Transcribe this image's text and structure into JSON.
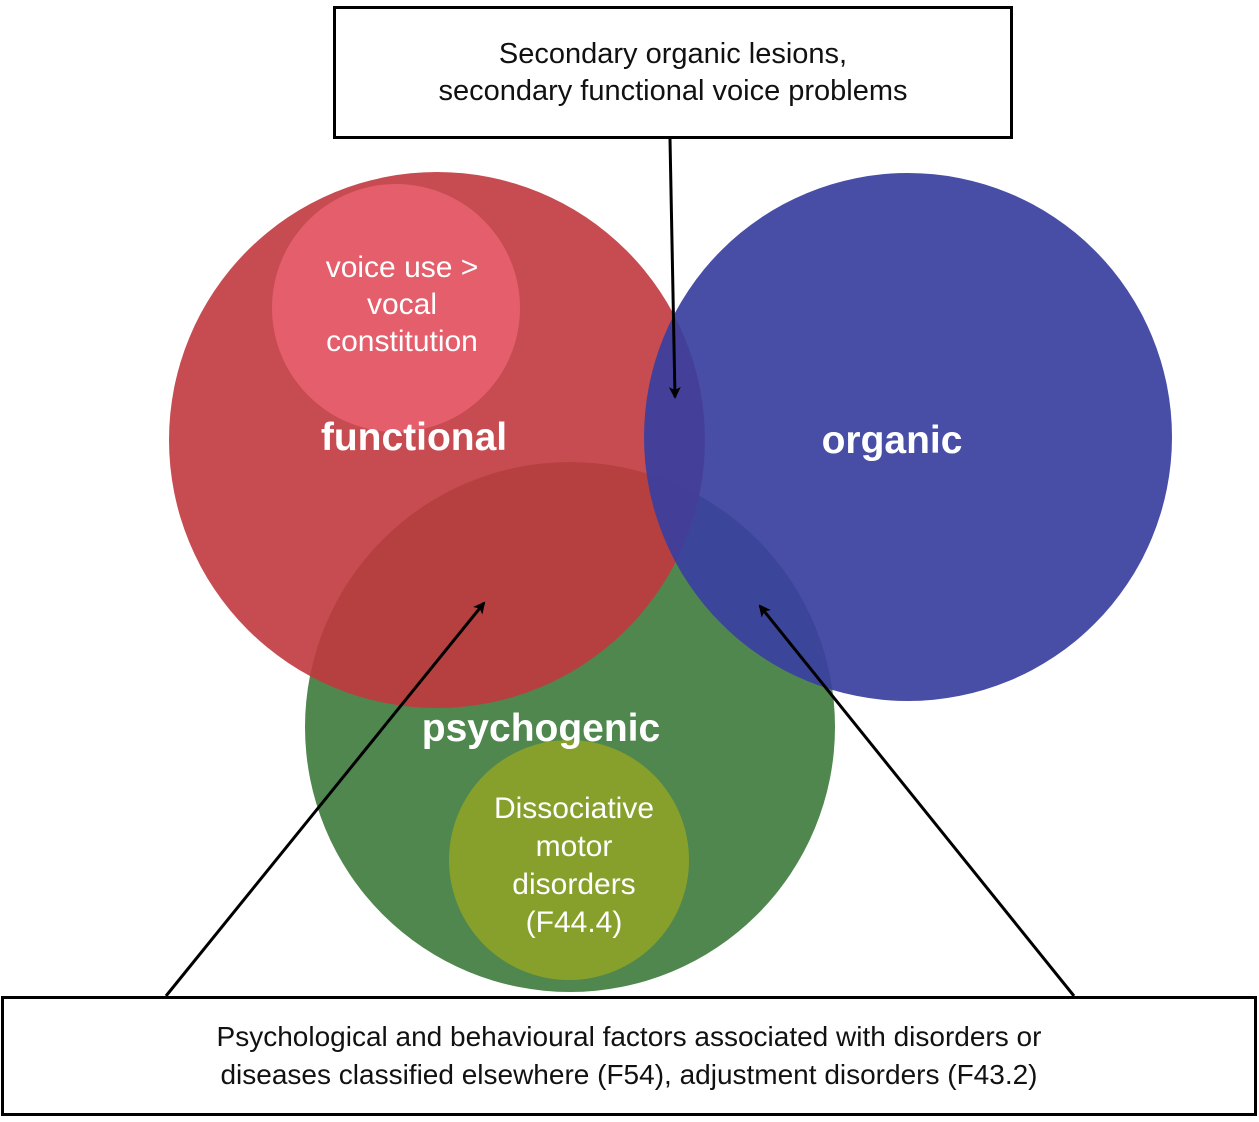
{
  "callouts": {
    "top": {
      "line1": "Secondary organic lesions,",
      "line2": "secondary functional voice problems"
    },
    "bottom": {
      "line1": "Psychological and behavioural factors associated with disorders or",
      "line2": "diseases classified elsewhere (F54), adjustment disorders (F43.2)"
    }
  },
  "circles": {
    "functional": {
      "label": "functional",
      "color": "#c1393e"
    },
    "organic": {
      "label": "organic",
      "color": "#3a3f9f"
    },
    "psychogenic": {
      "label": "psychogenic",
      "color": "#407d3f"
    }
  },
  "subcircles": {
    "voice_use": {
      "lines": [
        "voice use >",
        "vocal",
        "constitution"
      ],
      "color": "#e65f6e"
    },
    "dissociative": {
      "lines": [
        "Dissociative",
        "motor",
        "disorders",
        "(F44.4)"
      ],
      "color": "#8aa12a"
    }
  }
}
